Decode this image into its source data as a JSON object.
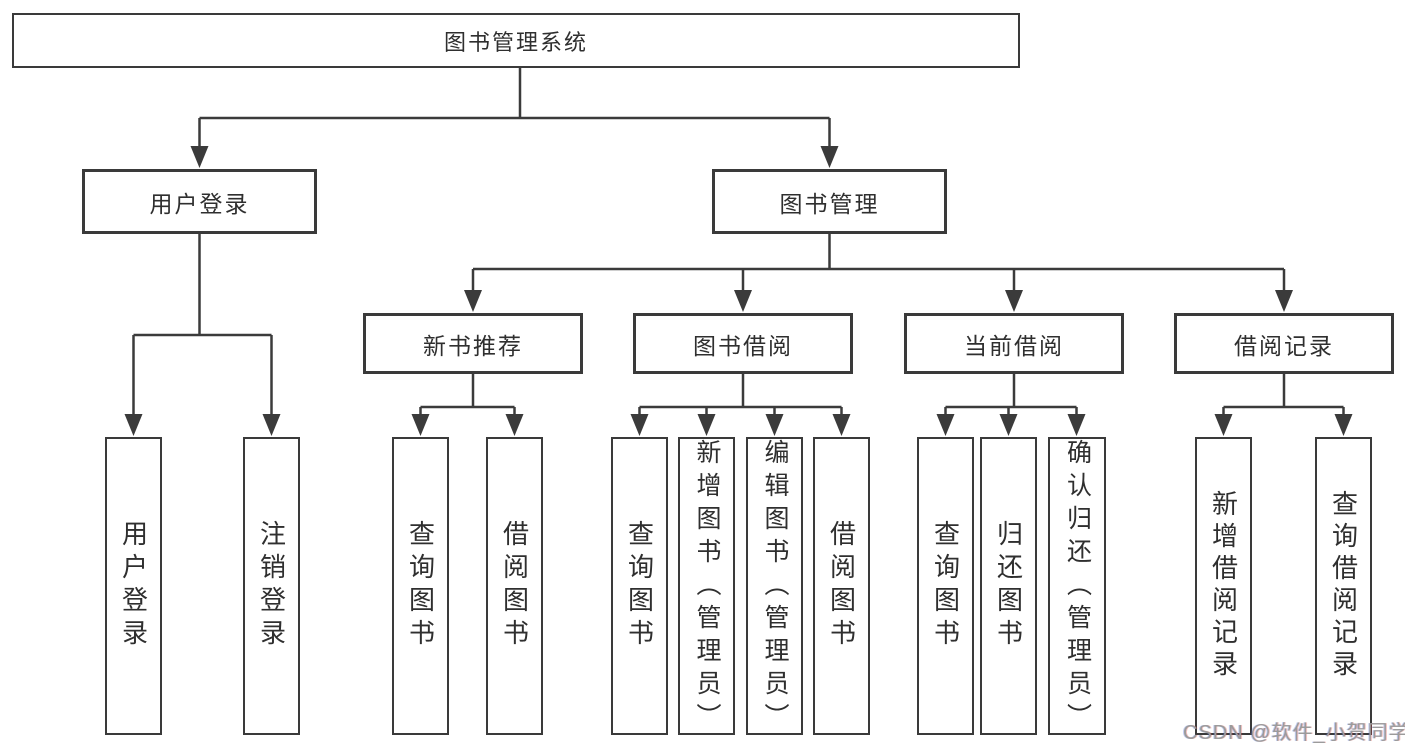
{
  "colors": {
    "line": "#3b3b3b",
    "border": "#3a3a3a",
    "text": "#2f2f2f",
    "background": "#ffffff",
    "watermark": "#9b9b9b"
  },
  "watermark": "CSDN @软件_小贺同学",
  "root": {
    "label": "图书管理系统"
  },
  "login": {
    "label": "用户登录",
    "children": [
      "用户登录",
      "注销登录"
    ]
  },
  "management": {
    "label": "图书管理",
    "sections": [
      {
        "label": "新书推荐",
        "children": [
          "查询图书",
          "借阅图书"
        ]
      },
      {
        "label": "图书借阅",
        "children": [
          "查询图书",
          "新增图书（管理员）",
          "编辑图书（管理员）",
          "借阅图书"
        ]
      },
      {
        "label": "当前借阅",
        "children": [
          "查询图书",
          "归还图书",
          "确认归还（管理员）"
        ]
      },
      {
        "label": "借阅记录",
        "children": [
          "新增借阅记录",
          "查询借阅记录"
        ]
      }
    ]
  }
}
